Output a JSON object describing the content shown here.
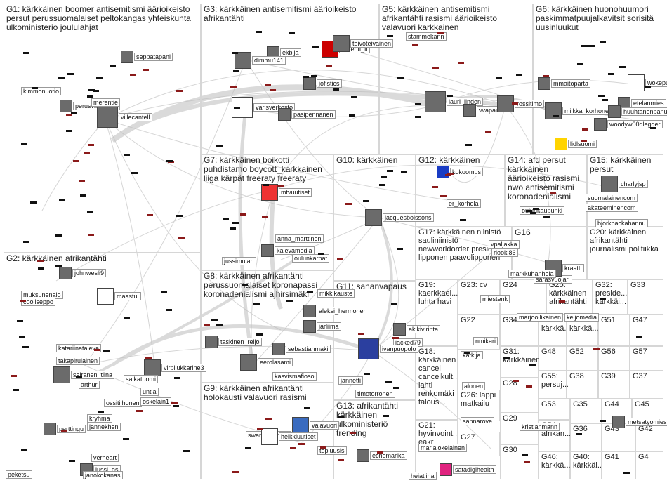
{
  "groups": [
    {
      "id": "G1",
      "label": "G1: kärkkäinen boomer antisemitismi äärioikeisto persut perussuomalaiset peltokangas yhteiskunta ulkoministerio joululahjat"
    },
    {
      "id": "G2",
      "label": "G2: kärkkäinen afrikantähti"
    },
    {
      "id": "G3",
      "label": "G3: kärkkäinen antisemitismi äärioikeisto afrikantähti"
    },
    {
      "id": "G4",
      "label": "G4"
    },
    {
      "id": "G5",
      "label": "G5: kärkkäinen antisemitismi afrikantähti rasismi äärioikeisto valavuori karkkainen"
    },
    {
      "id": "G6",
      "label": "G6: kärkkäinen huonohuumori paskimmatpuujalkavitsit sorisitä uusinluukut"
    },
    {
      "id": "G7",
      "label": "G7: kärkkäinen boikotti puhdistamo boycott_karkkainen liiga kärpät freeraty freeraty"
    },
    {
      "id": "G8",
      "label": "G8: kärkkäinen afrikantähti perussuomalaiset koronapassi koronadenialismi ajhirsimäki"
    },
    {
      "id": "G9",
      "label": "G9: kärkkäinen afrikantähti holokausti valavuori rasismi"
    },
    {
      "id": "G10",
      "label": "G10: kärkkäinen"
    },
    {
      "id": "G11",
      "label": "G11: sananvapaus"
    },
    {
      "id": "G12",
      "label": "G12: kärkkäinen"
    },
    {
      "id": "G13",
      "label": "G13: afrikantähti kärkkäinen ulkoministeriö trending"
    },
    {
      "id": "G14",
      "label": "G14: afd persut kärkkäinen äärioikeisto rasismi nwo antisemitismi koronadenialismi"
    },
    {
      "id": "G15",
      "label": "G15: kärkkäinen persut"
    },
    {
      "id": "G16",
      "label": "G16"
    },
    {
      "id": "G17",
      "label": "G17: kärkkäinen niinistö sauliniinistö newworldorder presidentti lipponen paavolipponen"
    },
    {
      "id": "G18",
      "label": "G18: kärkkäinen cancel cancelkult... lahti renkomäki talous..."
    },
    {
      "id": "G19",
      "label": "G19: kaerkkaei... luhta havi"
    },
    {
      "id": "G20",
      "label": "G20: kärkkäinen afrikantähti journalismi politiikka"
    },
    {
      "id": "G21",
      "label": "G21: hyvinvoint... eakr"
    },
    {
      "id": "G22",
      "label": "G22"
    },
    {
      "id": "G23",
      "label": "G23: cv"
    },
    {
      "id": "G24",
      "label": "G24"
    },
    {
      "id": "G25",
      "label": "G25: kärkkäinen afrikantähti"
    },
    {
      "id": "G26",
      "label": "G26: lappi matkailu"
    },
    {
      "id": "G27",
      "label": "G27"
    },
    {
      "id": "G28",
      "label": "G28"
    },
    {
      "id": "G29",
      "label": "G29"
    },
    {
      "id": "G30",
      "label": "G30"
    },
    {
      "id": "G31",
      "label": "G31: kärkkäinen"
    },
    {
      "id": "G32",
      "label": "G32: preside... kärkkäi..."
    },
    {
      "id": "G33",
      "label": "G33"
    },
    {
      "id": "G34",
      "label": "G34"
    },
    {
      "id": "G35",
      "label": "G35"
    },
    {
      "id": "G36",
      "label": "G36"
    },
    {
      "id": "G37",
      "label": "G37"
    },
    {
      "id": "G38",
      "label": "G38"
    },
    {
      "id": "G39",
      "label": "G39"
    },
    {
      "id": "G40",
      "label": "G40: kärkkäi..."
    },
    {
      "id": "G41",
      "label": "G41"
    },
    {
      "id": "G42",
      "label": "G42"
    },
    {
      "id": "G43",
      "label": "G43"
    },
    {
      "id": "G44",
      "label": "G44"
    },
    {
      "id": "G45",
      "label": "G45"
    },
    {
      "id": "G46",
      "label": "G46: kärkkä..."
    },
    {
      "id": "G47",
      "label": "G47"
    },
    {
      "id": "G48",
      "label": "G48"
    },
    {
      "id": "G49",
      "label": "G49: kärkkä..."
    },
    {
      "id": "G50",
      "label": "G50: kärkkä..."
    },
    {
      "id": "G51",
      "label": "G51"
    },
    {
      "id": "G52",
      "label": "G52"
    },
    {
      "id": "G53",
      "label": "G53"
    },
    {
      "id": "G54",
      "label": "G54: afrikan..."
    },
    {
      "id": "G55",
      "label": "G55: persuj..."
    },
    {
      "id": "G56",
      "label": "G56"
    },
    {
      "id": "G57",
      "label": "G57"
    }
  ],
  "nodes": [
    {
      "label": "seppatapani"
    },
    {
      "label": "kimmonuotio"
    },
    {
      "label": "perusvirkamies"
    },
    {
      "label": "merentie"
    },
    {
      "label": "villecantell"
    },
    {
      "label": "johnwesli9"
    },
    {
      "label": "muksunenalo"
    },
    {
      "label": "cooliseppo"
    },
    {
      "label": "maastul"
    },
    {
      "label": "katariinataleva"
    },
    {
      "label": "takapirulainen"
    },
    {
      "label": "sairanen_tiina"
    },
    {
      "label": "arthur"
    },
    {
      "label": "virpilukkarine3"
    },
    {
      "label": "saikatuomi"
    },
    {
      "label": "untja"
    },
    {
      "label": "ossitiihonen"
    },
    {
      "label": "oskelain1"
    },
    {
      "label": "kryhma"
    },
    {
      "label": "jannekhen"
    },
    {
      "label": "perttingu"
    },
    {
      "label": "verheart"
    },
    {
      "label": "jussi_as"
    },
    {
      "label": "janokokanas"
    },
    {
      "label": "peketsu"
    },
    {
      "label": "ekblja"
    },
    {
      "label": "dimmu141"
    },
    {
      "label": "iltalehti_fi"
    },
    {
      "label": "teivoteivainen"
    },
    {
      "label": "jofistics"
    },
    {
      "label": "varisverkosto"
    },
    {
      "label": "pasipennanen"
    },
    {
      "label": "stammekann"
    },
    {
      "label": "lauri_linden"
    },
    {
      "label": "vvapau"
    },
    {
      "label": "rossitimo"
    },
    {
      "label": "mmaitoparta"
    },
    {
      "label": "miikka_korhonen"
    },
    {
      "label": "wokepuolue"
    },
    {
      "label": "etelanmies"
    },
    {
      "label": "huuhtanenpanu"
    },
    {
      "label": "woodyw00dlegger"
    },
    {
      "label": "lidlsuomi"
    },
    {
      "label": "mtvuutiset"
    },
    {
      "label": "jacquesboissons"
    },
    {
      "label": "kokoomus"
    },
    {
      "label": "er_korhola"
    },
    {
      "label": "oulunkaupunki"
    },
    {
      "label": "charlyjsp"
    },
    {
      "label": "suomalainencom"
    },
    {
      "label": "akateeminencom"
    },
    {
      "label": "bjorkbackahannu"
    },
    {
      "label": "anna_marttinen"
    },
    {
      "label": "kalevamedia"
    },
    {
      "label": "jussimulari"
    },
    {
      "label": "oulunkarpat"
    },
    {
      "label": "mikkikauste"
    },
    {
      "label": "aleksi_hermonen"
    },
    {
      "label": "jarliima"
    },
    {
      "label": "taskinen_reijo"
    },
    {
      "label": "sebastianmaki"
    },
    {
      "label": "eerolasami"
    },
    {
      "label": "kasvismafioso"
    },
    {
      "label": "swanoftuonela"
    },
    {
      "label": "valavuori"
    },
    {
      "label": "heikkiuutiset"
    },
    {
      "label": "topiuusis"
    },
    {
      "label": "akikivirinta"
    },
    {
      "label": "jacked79"
    },
    {
      "label": "ivanpuopolo"
    },
    {
      "label": "timotorronen"
    },
    {
      "label": "echomarika"
    },
    {
      "label": "heiatiina"
    },
    {
      "label": "satadigihealth"
    },
    {
      "label": "katkija"
    },
    {
      "label": "alonen"
    },
    {
      "label": "sannarove"
    },
    {
      "label": "marjajokelainen"
    },
    {
      "label": "kristianmann"
    },
    {
      "label": "miestenk"
    },
    {
      "label": "marjoollikainen"
    },
    {
      "label": "keijomedia"
    },
    {
      "label": "sarasvuojari"
    },
    {
      "label": "kraatti"
    },
    {
      "label": "markkuhanhela"
    },
    {
      "label": "vpaljakka"
    },
    {
      "label": "rlooki86"
    },
    {
      "label": "nmikari"
    },
    {
      "label": "metsatyomies1"
    },
    {
      "label": "jannetti"
    }
  ]
}
